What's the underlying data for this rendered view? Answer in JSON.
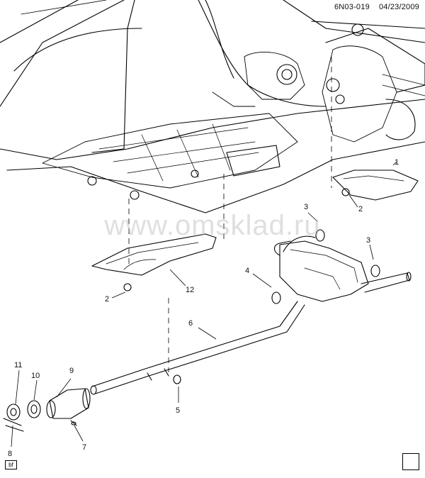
{
  "header": {
    "diagram_code": "6N03-019",
    "date": "04/23/2009"
  },
  "watermark": "www.omsklad.ru",
  "badge": "bf",
  "corner_mark": {
    "text": ""
  },
  "callouts": [
    "1",
    "2",
    "2",
    "3",
    "3",
    "4",
    "5",
    "6",
    "7",
    "8",
    "9",
    "10",
    "11",
    "12"
  ]
}
